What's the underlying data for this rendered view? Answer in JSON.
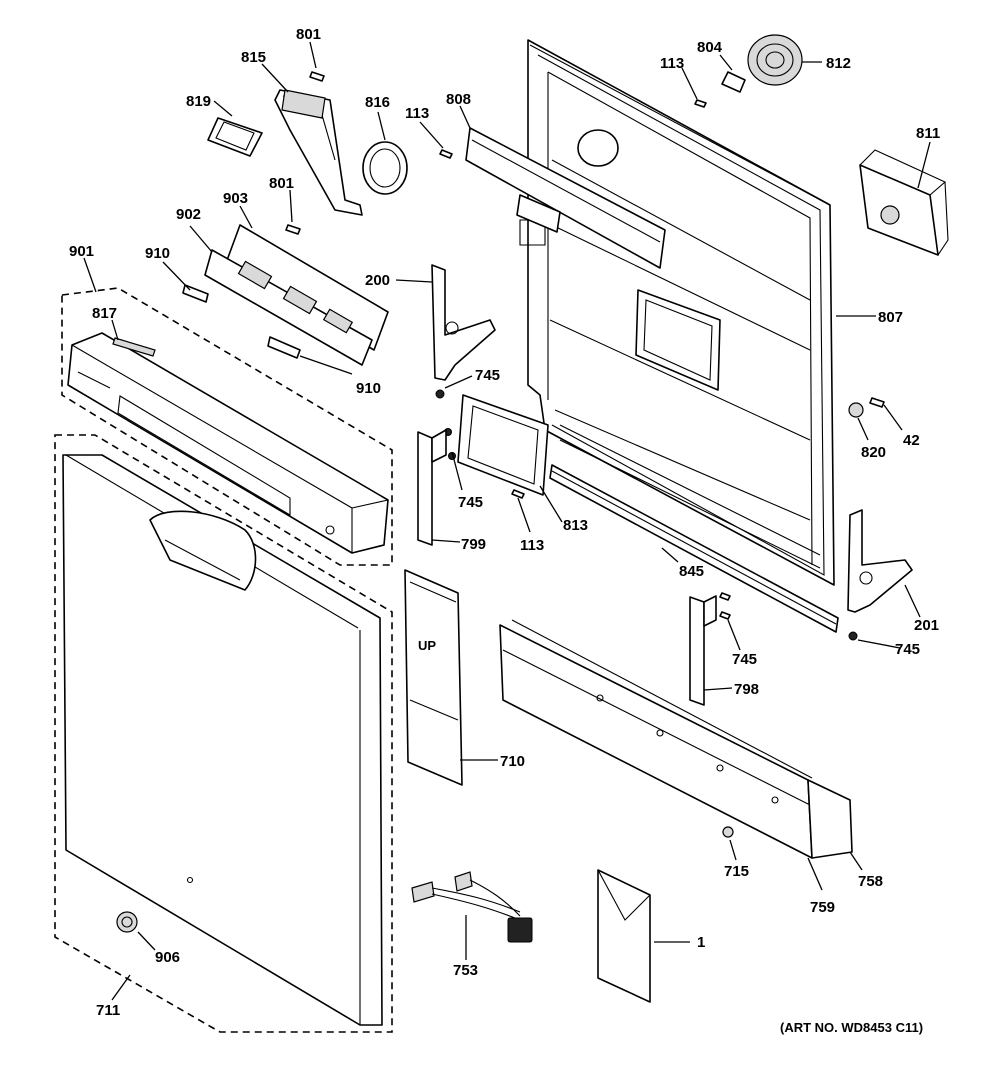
{
  "diagram": {
    "art_number": "(ART NO. WD8453 C11)",
    "up_label": "UP",
    "callouts": {
      "c801a": "801",
      "c815": "815",
      "c819": "819",
      "c816": "816",
      "c801b": "801",
      "c113a": "113",
      "c808": "808",
      "c804": "804",
      "c113b": "113",
      "c812": "812",
      "c811": "811",
      "c902": "902",
      "c903": "903",
      "c901": "901",
      "c910a": "910",
      "c910b": "910",
      "c817": "817",
      "c200": "200",
      "c807": "807",
      "c745a": "745",
      "c745b": "745",
      "c799": "799",
      "c113c": "113",
      "c813": "813",
      "c820": "820",
      "c42": "42",
      "c845": "845",
      "c201": "201",
      "c745c": "745",
      "c745d": "745",
      "c798": "798",
      "c710": "710",
      "c715": "715",
      "c758": "758",
      "c759": "759",
      "c906": "906",
      "c711": "711",
      "c753": "753",
      "c1": "1"
    }
  }
}
